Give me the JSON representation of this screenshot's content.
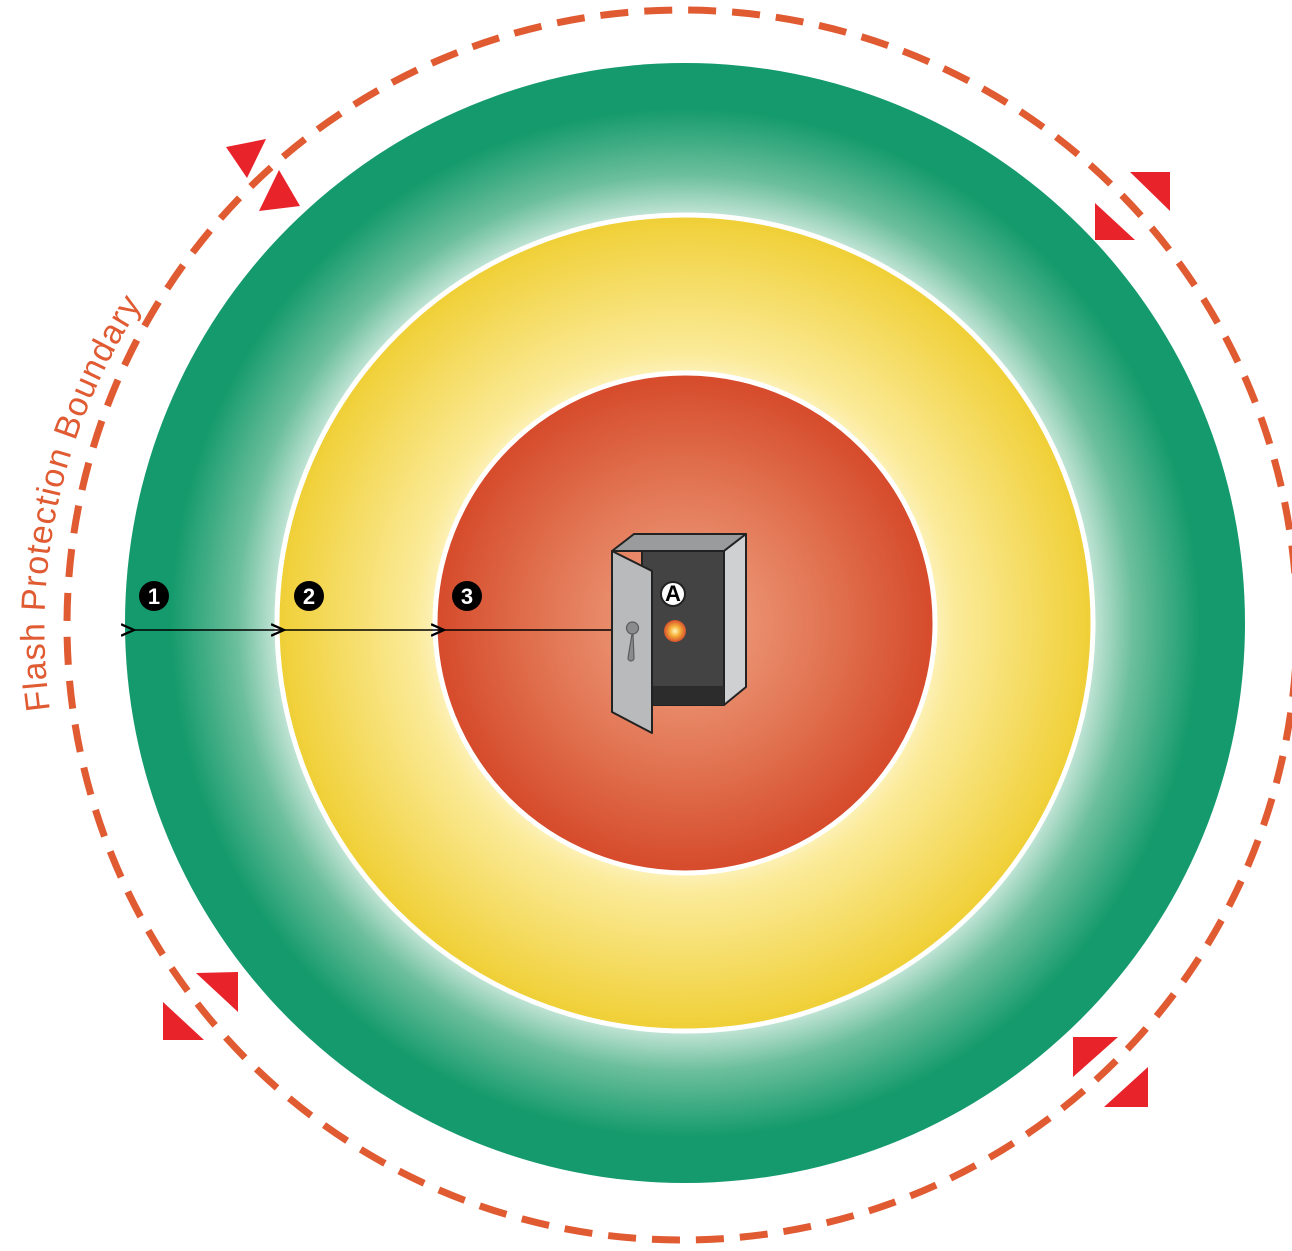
{
  "boundary_label": "Flash Protection Boundary",
  "markers": [
    {
      "id": "1",
      "label": "1"
    },
    {
      "id": "2",
      "label": "2"
    },
    {
      "id": "3",
      "label": "3"
    }
  ],
  "source_label": "A",
  "colors": {
    "boundary": "#e05a32",
    "arrow_mark": "#e8232a",
    "green_zone": "#149a6c",
    "yellow_zone": "#f2d33c",
    "red_zone": "#d9502f",
    "enclosure": "#b9babb",
    "enclosure_dark": "#4a4a4a"
  }
}
